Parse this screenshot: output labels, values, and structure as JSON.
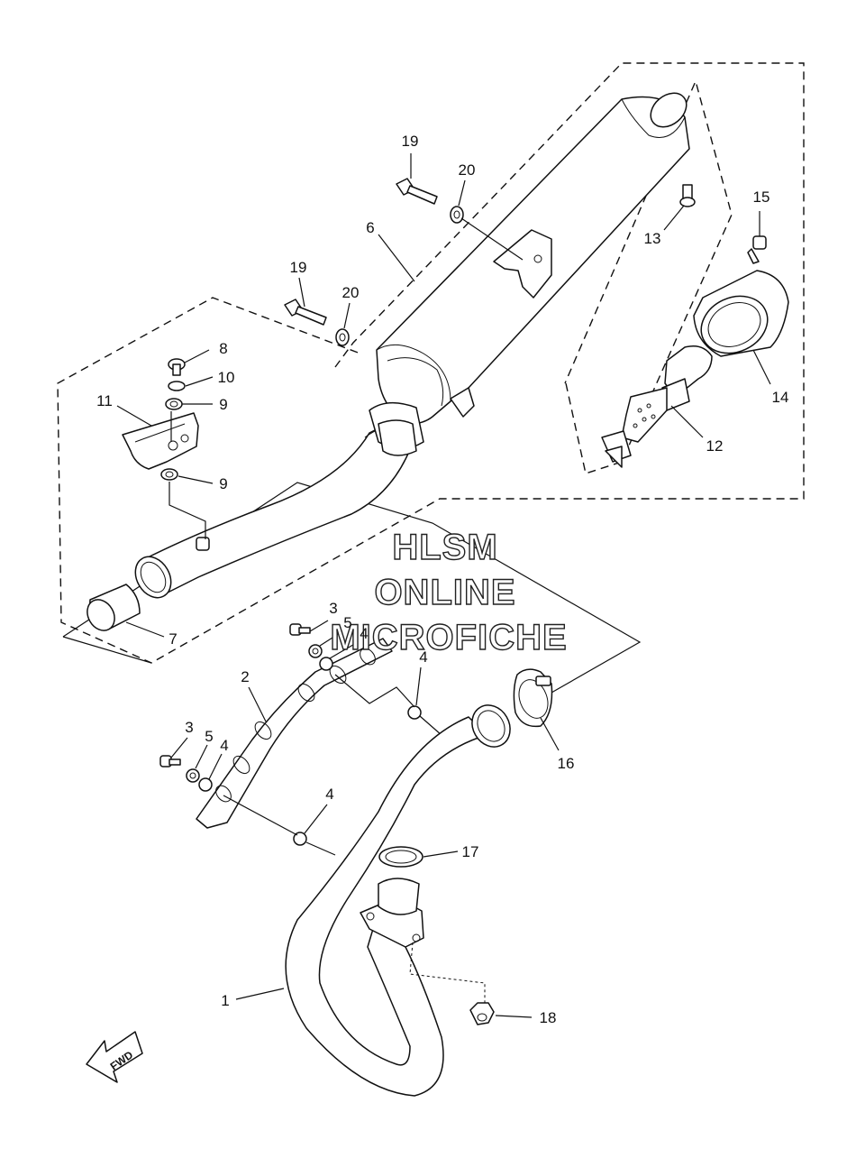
{
  "watermark": {
    "line1": "HLSM",
    "line2": "ONLINE",
    "line3": "MICROFICHE"
  },
  "fwd_label": "FWD",
  "callouts": {
    "c1": "1",
    "c2": "2",
    "c3a": "3",
    "c3b": "3",
    "c4a": "4",
    "c4b": "4",
    "c4c": "4",
    "c4d": "4",
    "c5a": "5",
    "c5b": "5",
    "c6": "6",
    "c7": "7",
    "c8": "8",
    "c9a": "9",
    "c9b": "9",
    "c10": "10",
    "c11": "11",
    "c12": "12",
    "c13": "13",
    "c14": "14",
    "c15": "15",
    "c16": "16",
    "c17": "17",
    "c18": "18",
    "c19a": "19",
    "c19b": "19",
    "c20a": "20",
    "c20b": "20"
  }
}
